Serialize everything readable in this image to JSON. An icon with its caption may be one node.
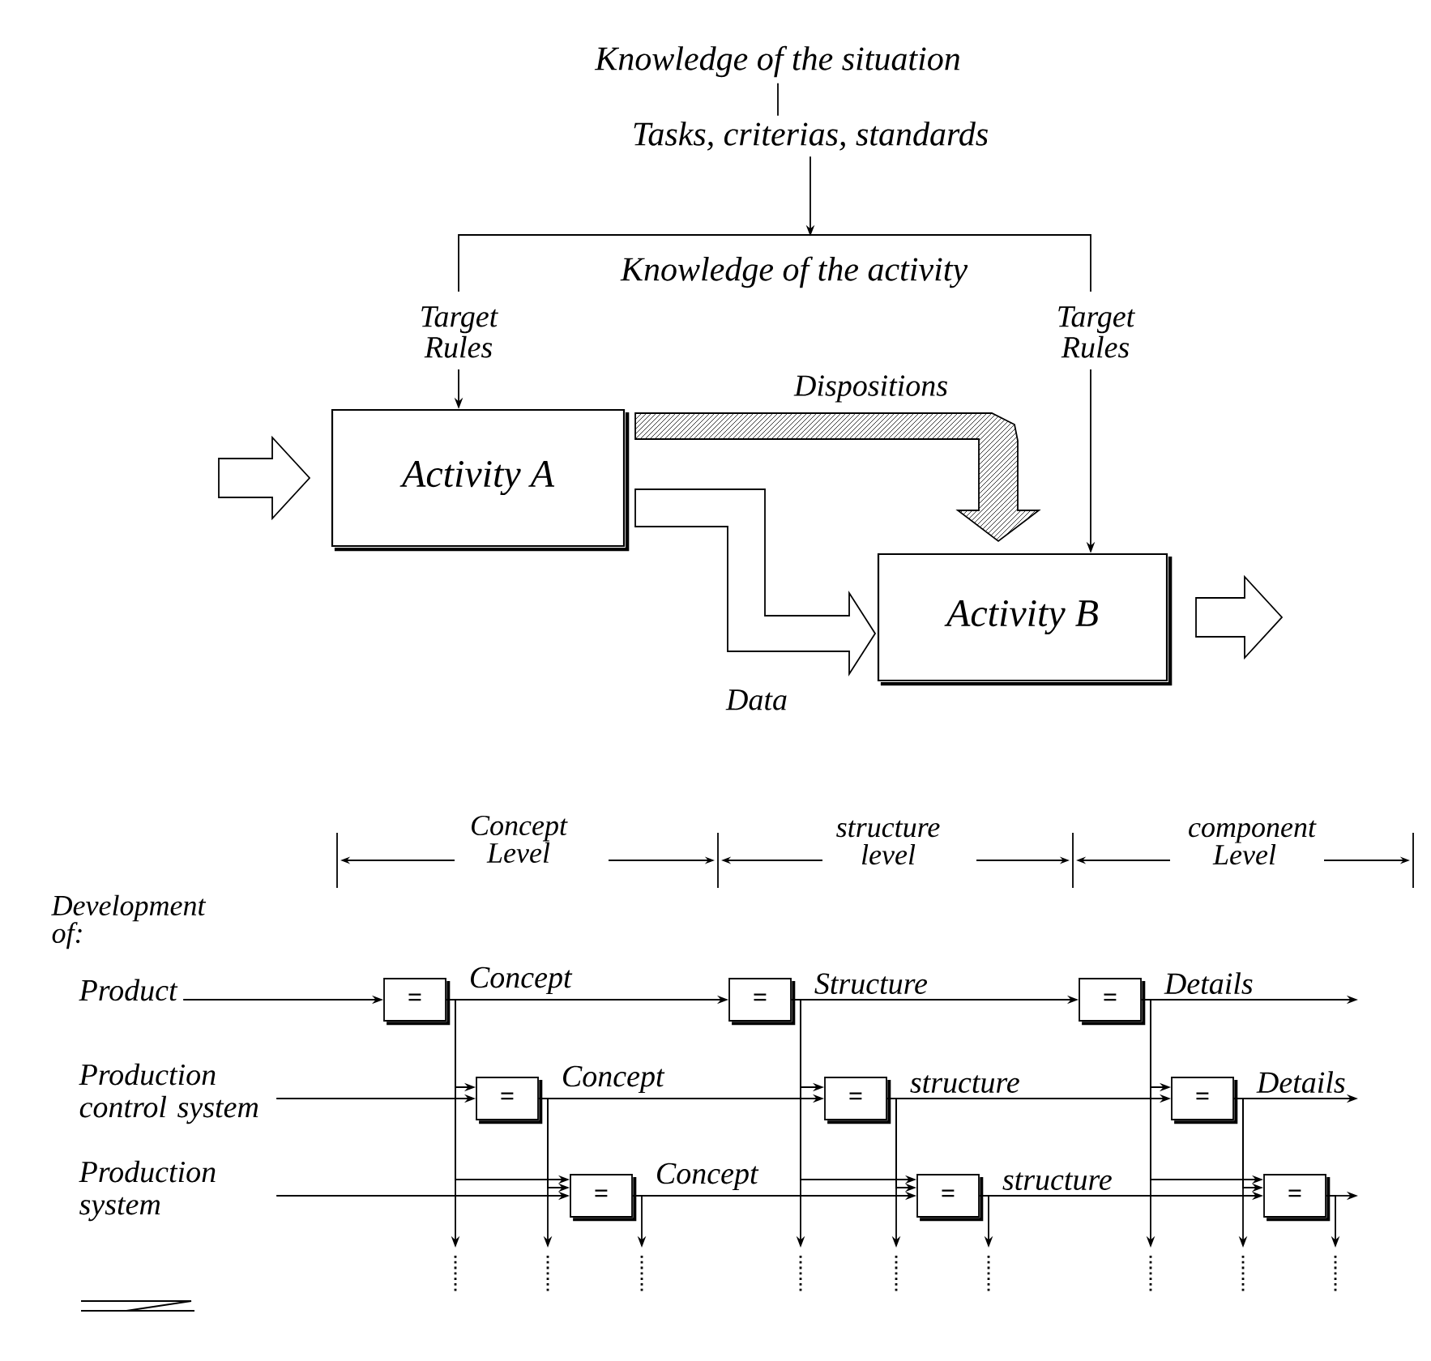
{
  "diagram": {
    "nodes": [
      {
        "text": [
          "Knowledge of the situation"
        ]
      },
      {
        "text": [
          "Tasks, criterias, standards"
        ]
      },
      {
        "text": [
          "Knowledge of the activity"
        ]
      },
      {
        "text": [
          "Activity A"
        ]
      },
      {
        "text": [
          "Activity B"
        ]
      },
      {
        "text": [
          "Product"
        ]
      },
      {
        "text": [
          "Production control system"
        ]
      },
      {
        "text": [
          "Production system"
        ]
      },
      {
        "text": [
          "="
        ]
      },
      {
        "text": [
          "="
        ]
      },
      {
        "text": [
          "="
        ]
      },
      {
        "text": [
          "="
        ]
      },
      {
        "text": [
          "="
        ]
      },
      {
        "text": [
          "="
        ]
      },
      {
        "text": [
          "="
        ]
      },
      {
        "text": [
          "="
        ]
      },
      {
        "text": [
          "="
        ]
      }
    ],
    "edges": [
      {
        "from": 0,
        "to": 1,
        "arrow": "none"
      },
      {
        "from": 1,
        "to": 2,
        "arrow": "to"
      },
      {
        "from": 2,
        "to": 3,
        "arrow": "to",
        "label": "Target Rules"
      },
      {
        "from": 2,
        "to": 4,
        "arrow": "to",
        "label": "Target Rules"
      },
      {
        "from": null,
        "to": 3,
        "arrow": "to"
      },
      {
        "from": 3,
        "to": 4,
        "arrow": "to",
        "label": "Dispositions"
      },
      {
        "from": 3,
        "to": 4,
        "arrow": "to",
        "label": "Data"
      },
      {
        "from": 4,
        "to": null,
        "arrow": "to"
      },
      {
        "from": 5,
        "to": 8,
        "arrow": "to"
      },
      {
        "from": 6,
        "to": 11,
        "arrow": "to"
      },
      {
        "from": 7,
        "to": 14,
        "arrow": "to"
      },
      {
        "from": 8,
        "to": 9,
        "arrow": "to",
        "label": "Concept"
      },
      {
        "from": 9,
        "to": 10,
        "arrow": "to",
        "label": "Structure"
      },
      {
        "from": 10,
        "to": null,
        "arrow": "to",
        "label": "Details"
      },
      {
        "from": 11,
        "to": 12,
        "arrow": "to",
        "label": "Concept"
      },
      {
        "from": 12,
        "to": 13,
        "arrow": "to",
        "label": "structure"
      },
      {
        "from": 13,
        "to": null,
        "arrow": "to",
        "label": "Details"
      },
      {
        "from": 14,
        "to": 15,
        "arrow": "to",
        "label": "Concept"
      },
      {
        "from": 15,
        "to": 16,
        "arrow": "to",
        "label": "structure"
      },
      {
        "from": 16,
        "to": null,
        "arrow": "to"
      },
      {
        "from": 8,
        "to": 11,
        "arrow": "to"
      },
      {
        "from": 8,
        "to": 14,
        "arrow": "to"
      },
      {
        "from": 8,
        "to": null,
        "arrow": "to"
      },
      {
        "from": 11,
        "to": 14,
        "arrow": "to"
      },
      {
        "from": 11,
        "to": null,
        "arrow": "to"
      },
      {
        "from": 14,
        "to": null,
        "arrow": "to"
      },
      {
        "from": 9,
        "to": 12,
        "arrow": "to"
      },
      {
        "from": 9,
        "to": 15,
        "arrow": "to"
      },
      {
        "from": 9,
        "to": null,
        "arrow": "to"
      },
      {
        "from": 12,
        "to": 15,
        "arrow": "to"
      },
      {
        "from": 12,
        "to": null,
        "arrow": "to"
      },
      {
        "from": 15,
        "to": null,
        "arrow": "to"
      },
      {
        "from": 10,
        "to": 13,
        "arrow": "to"
      },
      {
        "from": 10,
        "to": 16,
        "arrow": "to"
      },
      {
        "from": 10,
        "to": null,
        "arrow": "to"
      },
      {
        "from": 13,
        "to": 16,
        "arrow": "to"
      },
      {
        "from": 13,
        "to": null,
        "arrow": "to"
      },
      {
        "from": 16,
        "to": null,
        "arrow": "to"
      }
    ],
    "labels": [
      "Concept Level",
      "structure level",
      "component Level",
      "Development of:"
    ]
  }
}
